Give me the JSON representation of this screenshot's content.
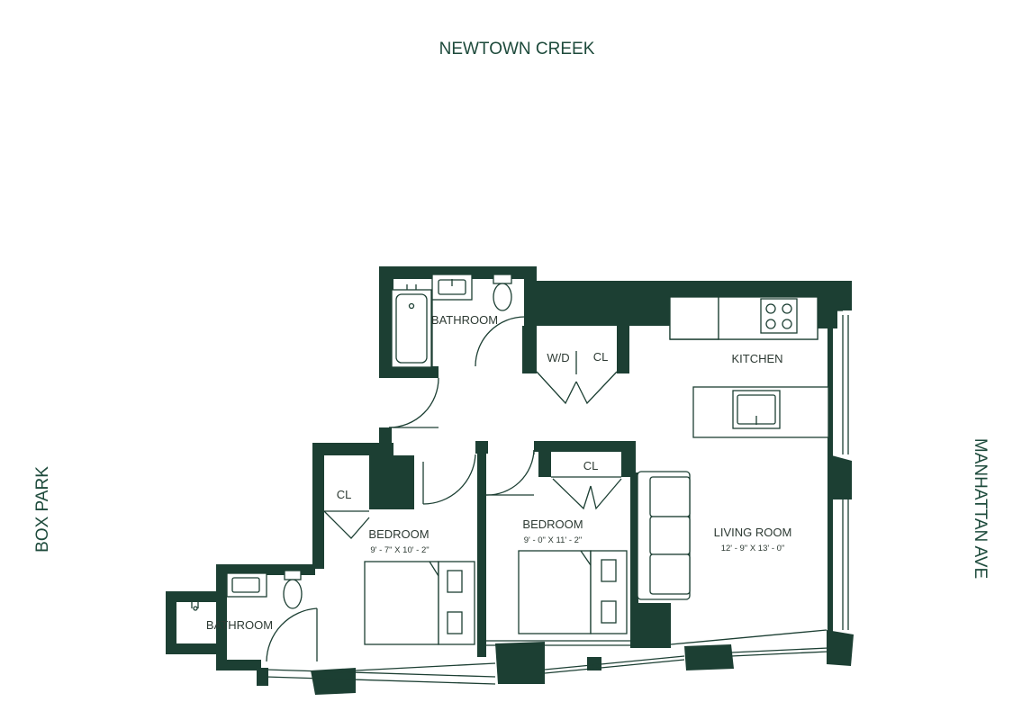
{
  "streets": {
    "north": "NEWTOWN CREEK",
    "west": "BOX PARK",
    "east": "MANHATTAN AVE"
  },
  "rooms": {
    "bathroom_main": "BATHROOM",
    "wd": "W/D",
    "cl_hall": "CL",
    "kitchen": "KITCHEN",
    "cl_bedroom1": "CL",
    "bedroom1": "BEDROOM",
    "bedroom1_dim": "9' - 7\" X 10' - 2\"",
    "cl_bedroom2": "CL",
    "bedroom2": "BEDROOM",
    "bedroom2_dim": "9' - 0\" X 11' - 2\"",
    "living": "LIVING ROOM",
    "living_dim": "12' - 9\" X 13' - 0\"",
    "bathroom_small": "BATHROOM"
  },
  "colors": {
    "wall": "#1c3f33",
    "street_label": "#1d4a3b",
    "background": "#ffffff"
  }
}
